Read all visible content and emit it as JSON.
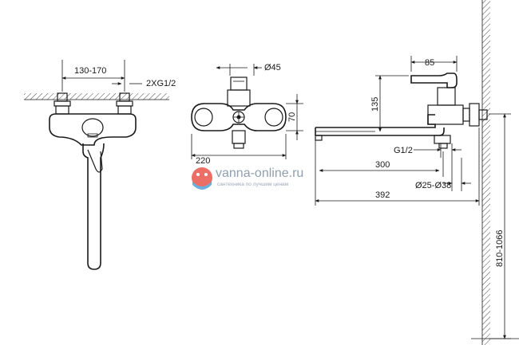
{
  "dimensions": {
    "spacing": "130-170",
    "thread_pair": "2XG1/2",
    "diameter_top": "Ø45",
    "height_body": "70",
    "width_body": "220",
    "handle_width": "85",
    "handle_height": "135",
    "thread": "G1/2",
    "spout_reach": "300",
    "pipe_diameter": "Ø25-Ø38",
    "total_length": "392",
    "install_height": "810-1066"
  },
  "watermark": {
    "brand": "vanna-online.ru",
    "tagline": "сантехника по лучшим ценам"
  },
  "colors": {
    "line": "#1a1a1a",
    "watermark_text": "#7c8fa3",
    "logo_red": "#e8564d",
    "logo_blue": "#4fa3d9"
  }
}
